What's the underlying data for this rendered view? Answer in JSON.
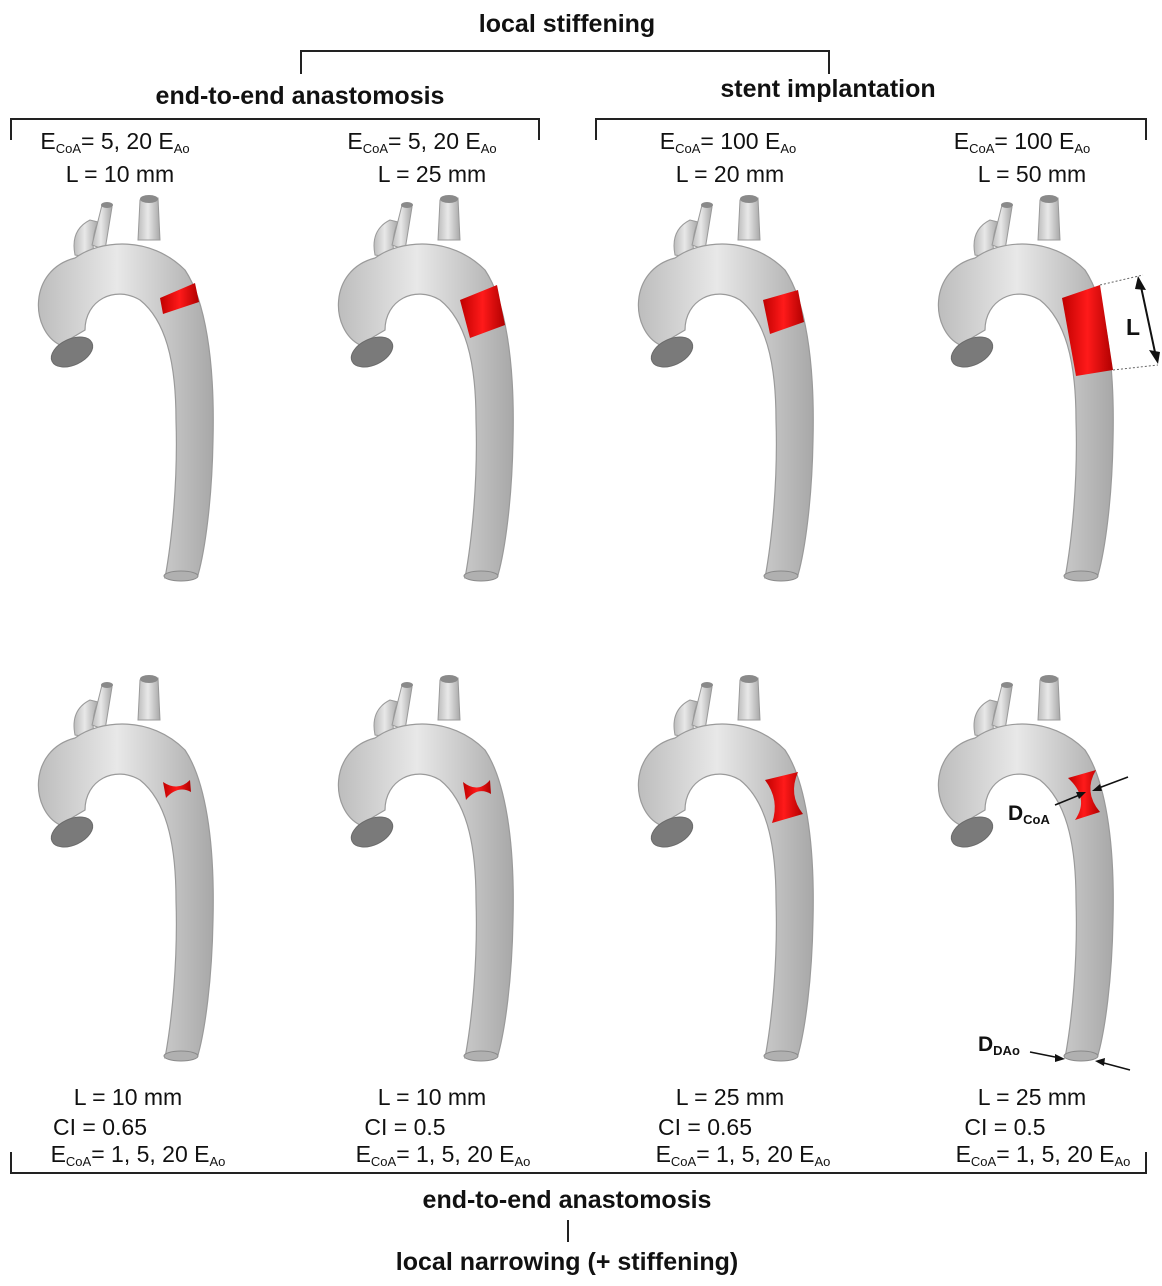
{
  "headers": {
    "local_stiffening": "local stiffening",
    "end_to_end_top": "end-to-end anastomosis",
    "stent_implantation": "stent implantation",
    "end_to_end_bottom": "end-to-end anastomosis",
    "local_narrowing": "local narrowing (+ stiffening)"
  },
  "symbols": {
    "E": "E",
    "CoA": "CoA",
    "Ao": "Ao",
    "D": "D",
    "DAo": "DAo",
    "L": "L"
  },
  "top_row": [
    {
      "e_prefix": "= 5, 20 ",
      "length": "L = 10 mm"
    },
    {
      "e_prefix": "= 5, 20 ",
      "length": "L = 25 mm"
    },
    {
      "e_prefix": "= 100 ",
      "length": "L = 20 mm"
    },
    {
      "e_prefix": "= 100 ",
      "length": "L = 50 mm"
    }
  ],
  "bottom_row": [
    {
      "length": "L = 10 mm",
      "ci": "CI = 0.65",
      "e_prefix": "= 1, 5, 20 "
    },
    {
      "length": "L = 10 mm",
      "ci": "CI = 0.5",
      "e_prefix": "= 1, 5, 20 "
    },
    {
      "length": "L = 25 mm",
      "ci": "CI = 0.65",
      "e_prefix": "= 1, 5, 20 "
    },
    {
      "length": "L = 25 mm",
      "ci": "CI = 0.5",
      "e_prefix": "= 1, 5, 20 "
    }
  ],
  "colors": {
    "vessel": "#d6d6d6",
    "vessel_edge": "#9a9a9a",
    "segment": "#e01010",
    "cap": "#7a7a7a"
  }
}
